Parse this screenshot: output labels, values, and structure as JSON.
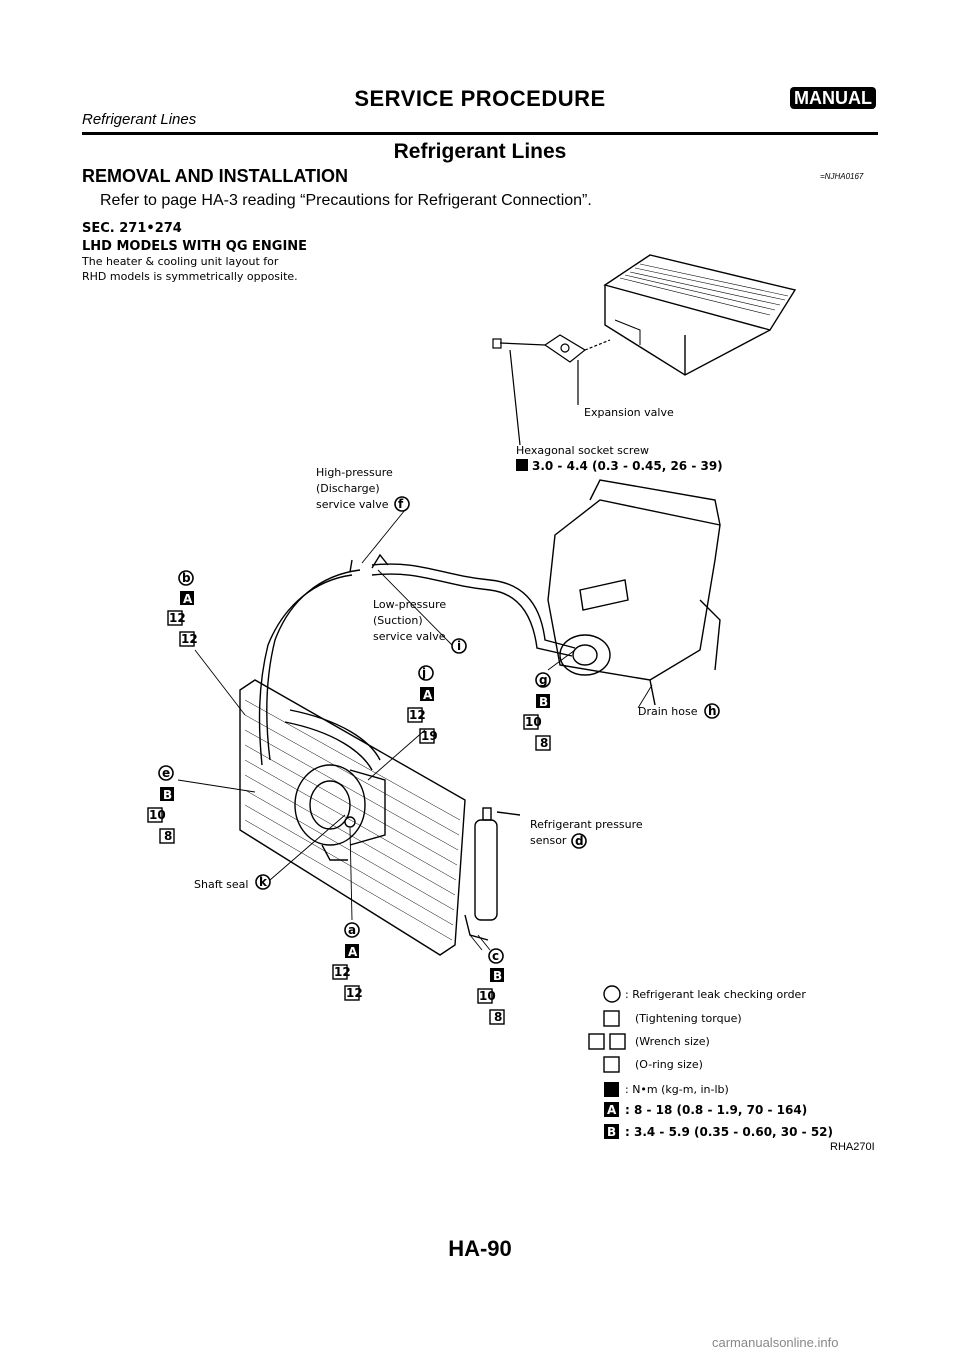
{
  "header": {
    "title": "SERVICE PROCEDURE",
    "badge": "MANUAL",
    "subtitle": "Refrigerant Lines"
  },
  "section": {
    "title": "Refrigerant Lines",
    "subtitle": "REMOVAL AND INSTALLATION",
    "ref_code": "=NJHA0167",
    "body": "Refer to page HA-3 reading “Precautions for Refrigerant Connection”."
  },
  "diagram": {
    "sec": "SEC. 271•274",
    "model": "LHD MODELS WITH QG ENGINE",
    "note_line1": "The heater & cooling unit layout for",
    "note_line2": "RHD models is symmetrically opposite.",
    "labels": {
      "expansion_valve": "Expansion valve",
      "hex_screw": "Hexagonal socket screw",
      "hex_torque": "3.0 - 4.4 (0.3 - 0.45, 26 - 39)",
      "hp_line1": "High-pressure",
      "hp_line2": "(Discharge)",
      "hp_line3": "service valve",
      "lp_line1": "Low-pressure",
      "lp_line2": "(Suction)",
      "lp_line3": "service valve",
      "drain_hose": "Drain hose",
      "rps_line1": "Refrigerant pressure",
      "rps_line2": "sensor",
      "shaft_seal": "Shaft seal"
    },
    "callouts": {
      "b": "b",
      "e": "e",
      "f": "f",
      "i": "i",
      "j": "j",
      "g": "g",
      "h": "h",
      "d": "d",
      "k": "k",
      "a": "a",
      "c": "c",
      "A": "A",
      "B": "B",
      "n12": "12",
      "n19": "19",
      "n10": "10",
      "n8": "8"
    },
    "legend": {
      "leak_order": ": Refrigerant leak checking order",
      "tightening": "(Tightening torque)",
      "wrench": "(Wrench size)",
      "oring": "(O-ring size)",
      "unit": ": N•m (kg-m, in-lb)",
      "torque_a": ": 8 - 18 (0.8 - 1.9, 70 - 164)",
      "torque_b": ": 3.4 - 5.9 (0.35 - 0.60, 30 - 52)"
    },
    "figure_id": "RHA270I"
  },
  "page_number": "HA-90",
  "footer": "carmanualsonline.info"
}
